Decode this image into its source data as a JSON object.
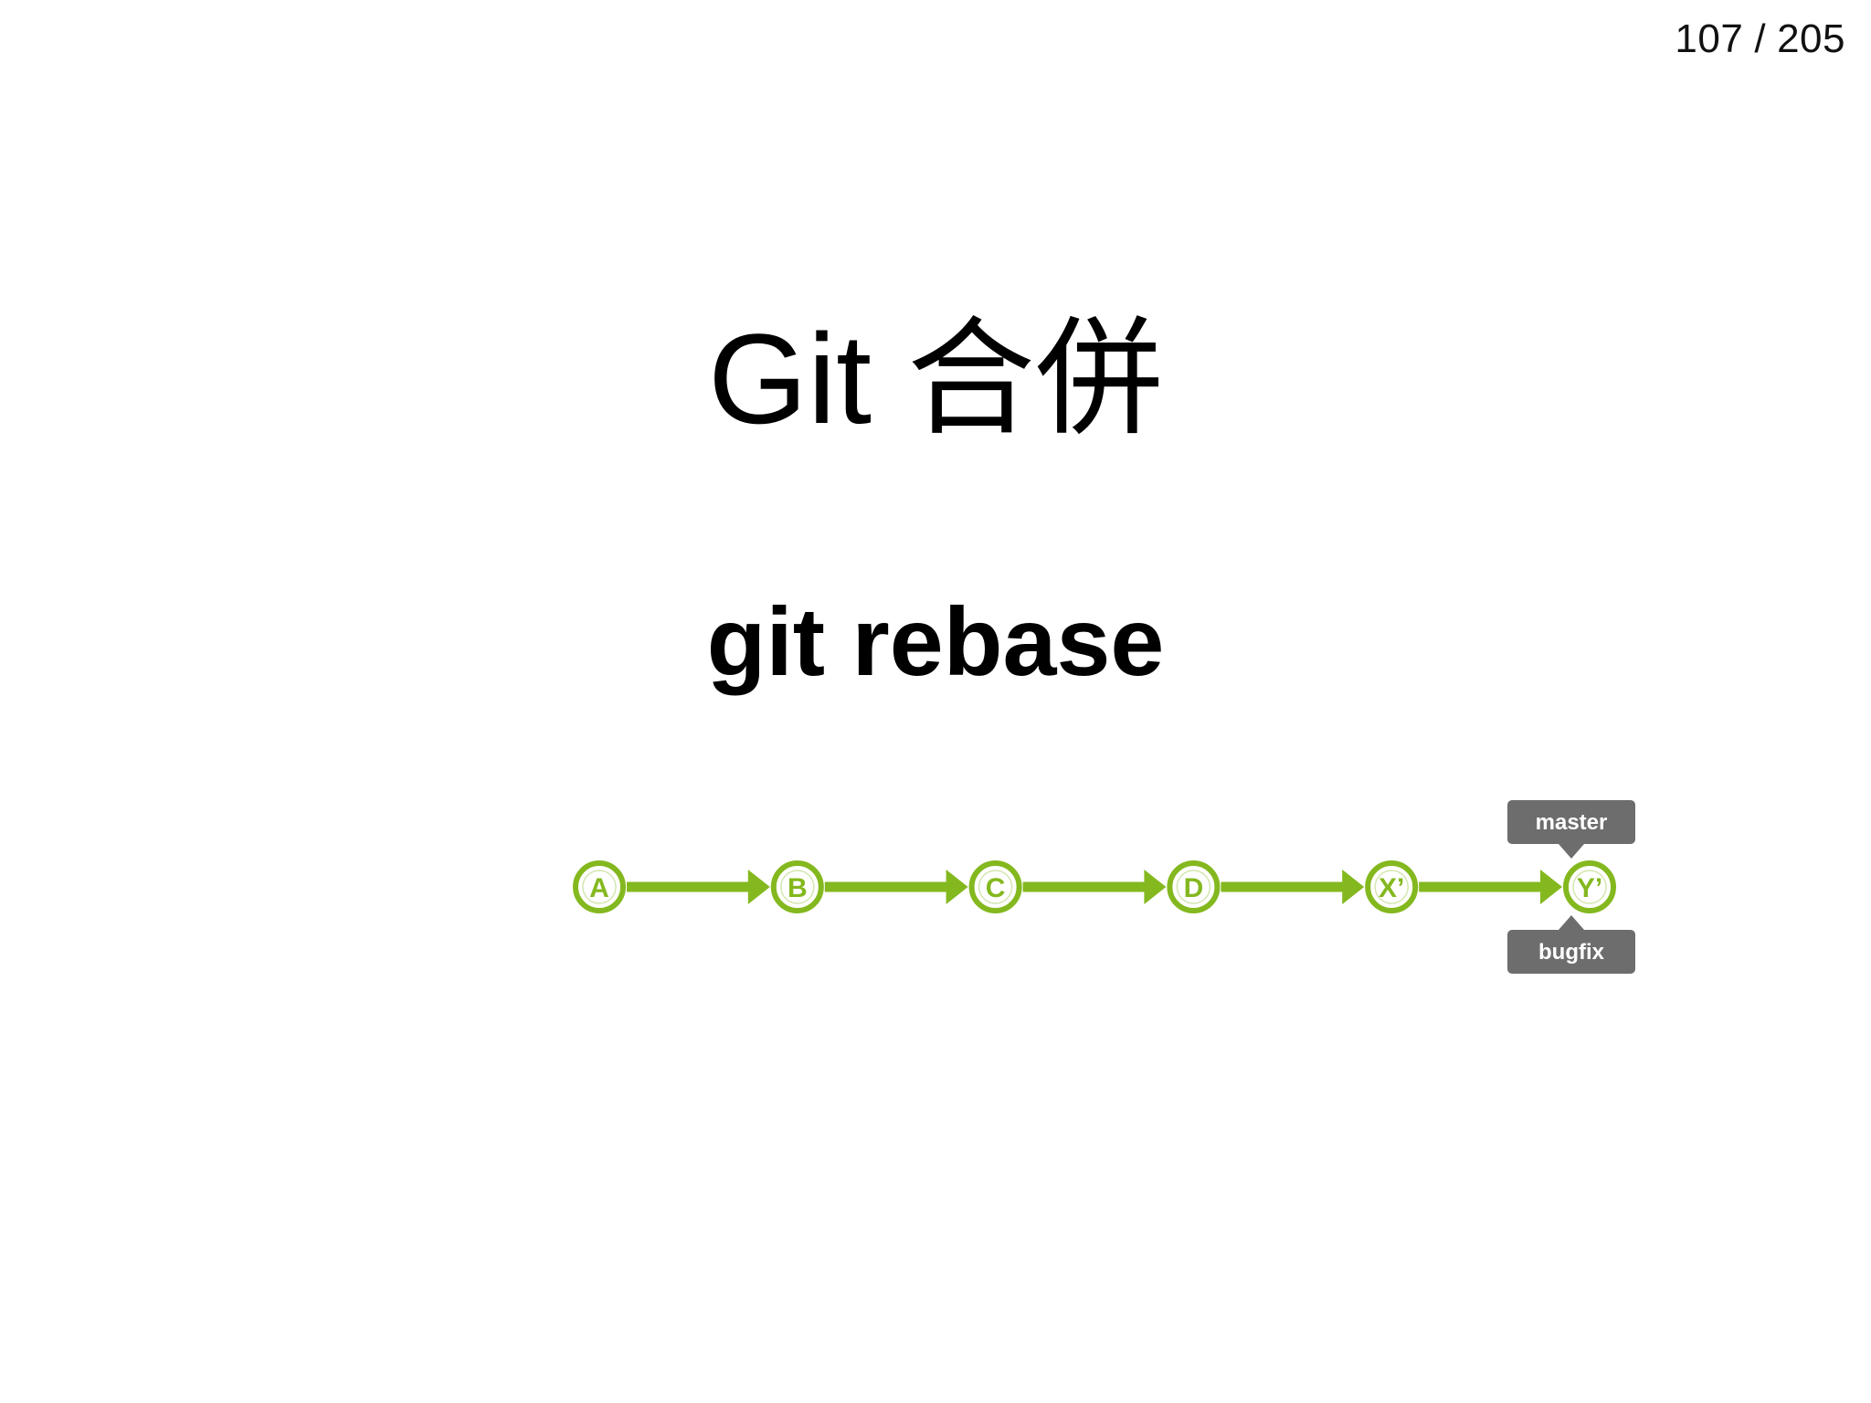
{
  "page": {
    "current": "107",
    "separator": "/",
    "total": "205"
  },
  "title": "Git 合併",
  "subtitle": "git rebase",
  "diagram": {
    "line_color": "#84b81f",
    "tag_color": "#6d6d6d",
    "commits": [
      {
        "id": "A"
      },
      {
        "id": "B"
      },
      {
        "id": "C"
      },
      {
        "id": "D"
      },
      {
        "id": "X’"
      },
      {
        "id": "Y’"
      }
    ],
    "tags": {
      "top": "master",
      "bottom": "bugfix"
    }
  }
}
